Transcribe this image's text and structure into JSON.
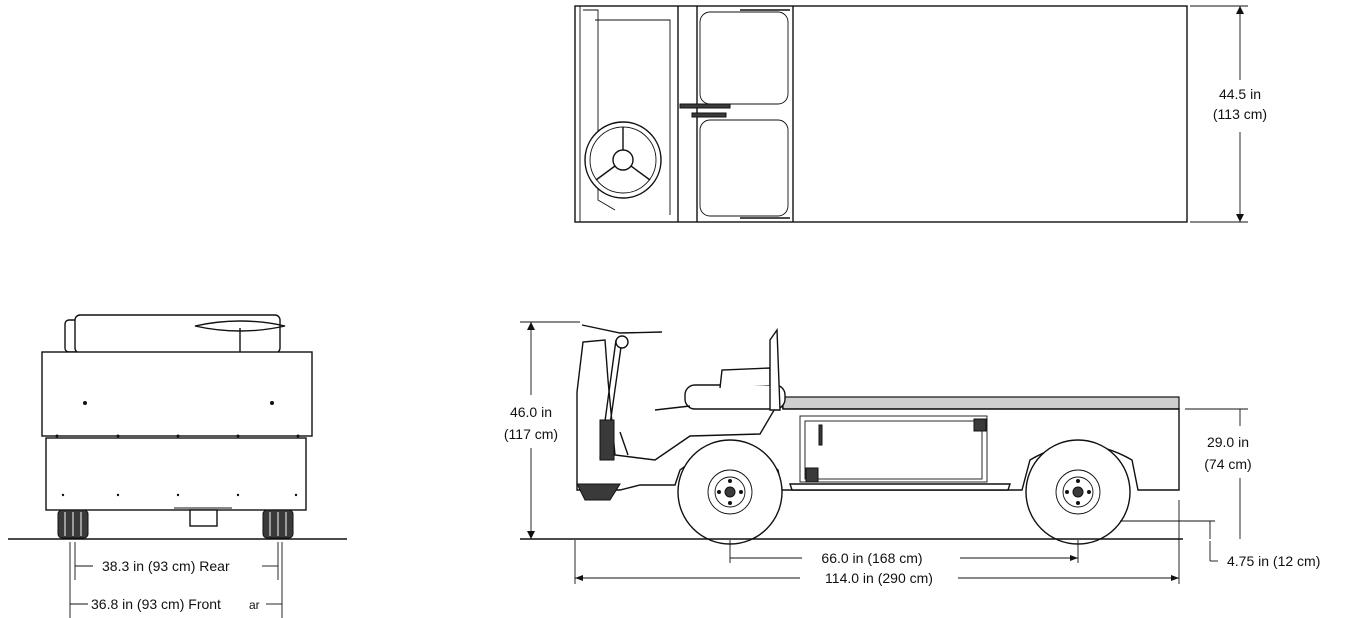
{
  "dimensions": {
    "width_top": "44.5 in",
    "width_top_metric": "(113 cm)",
    "height_total": "46.0 in",
    "height_total_metric": "(117 cm)",
    "deck_height": "29.0 in",
    "deck_height_metric": "(74 cm)",
    "wheelbase": "66.0 in (168 cm)",
    "overall_length": "114.0 in (290 cm)",
    "ground_clearance": "4.75 in (12 cm)",
    "track_rear": "38.3 in (93 cm) Rear",
    "track_front": "36.8 in (93 cm) Front",
    "track_front_suffix": "ar"
  }
}
